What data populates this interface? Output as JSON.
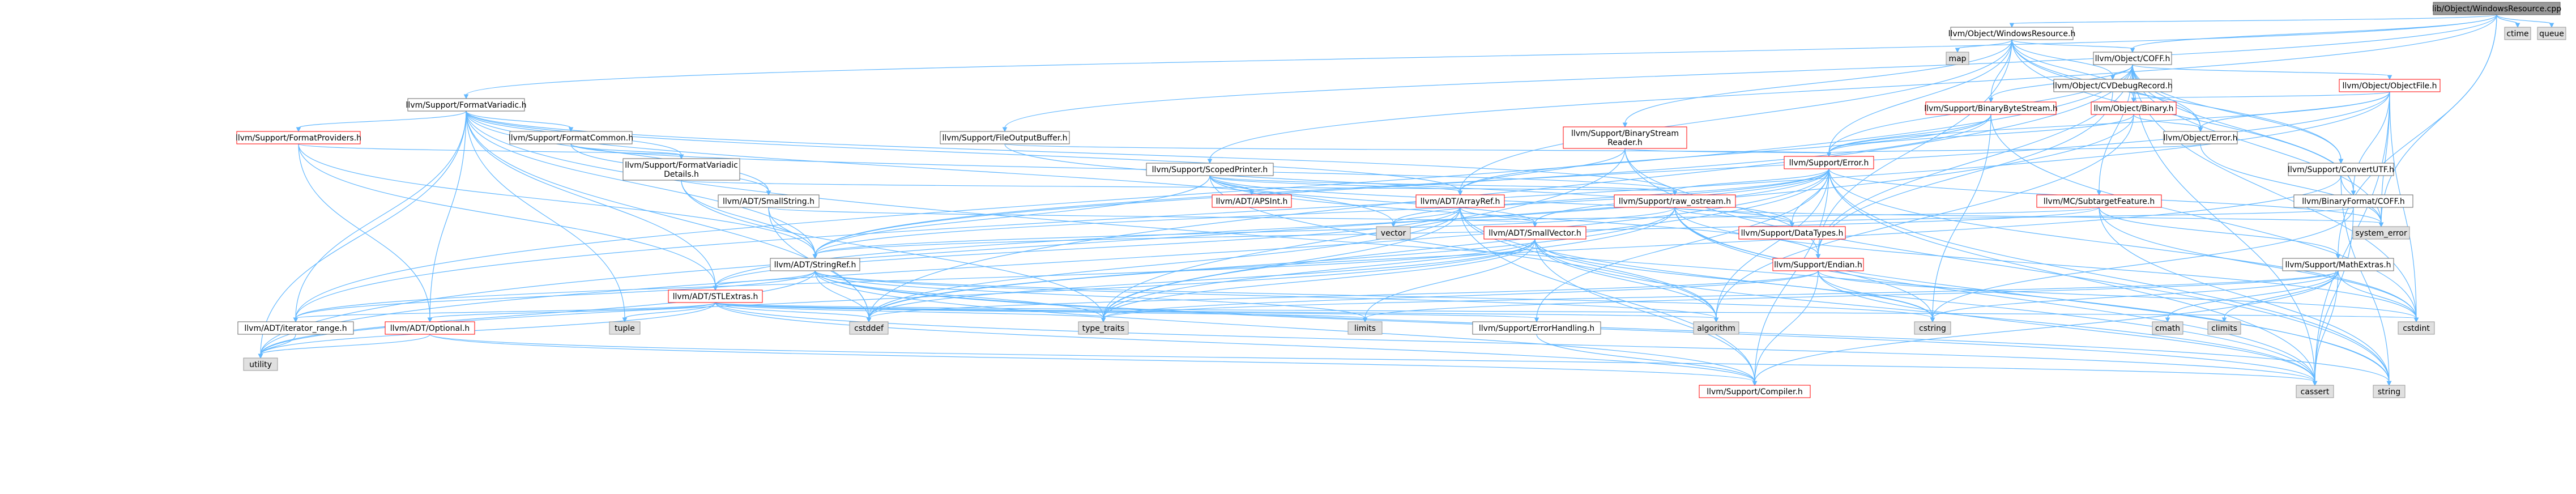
{
  "colors": {
    "focus_fill": "#999999",
    "normal_fill": "#ffffff",
    "normal_stroke": "#666666",
    "truncated_stroke": "#ff0000",
    "external_fill": "#e0e0e0",
    "external_stroke": "#999999",
    "edge": "#63b8ff"
  },
  "nodes": [
    {
      "id": "root",
      "lines": [
        "lib/Object/WindowsResource.cpp"
      ],
      "style": "focus"
    },
    {
      "id": "wr_h",
      "lines": [
        "llvm/Object/WindowsResource.h"
      ],
      "style": "normal"
    },
    {
      "id": "ctime",
      "lines": [
        "ctime"
      ],
      "style": "external"
    },
    {
      "id": "queue",
      "lines": [
        "queue"
      ],
      "style": "external"
    },
    {
      "id": "map",
      "lines": [
        "map"
      ],
      "style": "external"
    },
    {
      "id": "coff_h",
      "lines": [
        "llvm/Object/COFF.h"
      ],
      "style": "normal"
    },
    {
      "id": "formatvariadic",
      "lines": [
        "llvm/Support/FormatVariadic.h"
      ],
      "style": "normal"
    },
    {
      "id": "cvdebug",
      "lines": [
        "llvm/Object/CVDebugRecord.h"
      ],
      "style": "normal"
    },
    {
      "id": "objectfile",
      "lines": [
        "llvm/Object/ObjectFile.h"
      ],
      "style": "truncated"
    },
    {
      "id": "binarybytestream",
      "lines": [
        "llvm/Support/BinaryByteStream.h"
      ],
      "style": "truncated"
    },
    {
      "id": "binary",
      "lines": [
        "llvm/Object/Binary.h"
      ],
      "style": "truncated"
    },
    {
      "id": "formatproviders",
      "lines": [
        "llvm/Support/FormatProviders.h"
      ],
      "style": "truncated"
    },
    {
      "id": "formatcommon",
      "lines": [
        "llvm/Support/FormatCommon.h"
      ],
      "style": "normal"
    },
    {
      "id": "fileoutputbuffer",
      "lines": [
        "llvm/Support/FileOutputBuffer.h"
      ],
      "style": "normal"
    },
    {
      "id": "binarystreamreader",
      "lines": [
        "llvm/Support/BinaryStream",
        "Reader.h"
      ],
      "style": "truncated"
    },
    {
      "id": "object_error",
      "lines": [
        "llvm/Object/Error.h"
      ],
      "style": "normal"
    },
    {
      "id": "formatvariadicdetails",
      "lines": [
        "llvm/Support/FormatVariadic",
        "Details.h"
      ],
      "style": "normal"
    },
    {
      "id": "scopedprinter",
      "lines": [
        "llvm/Support/ScopedPrinter.h"
      ],
      "style": "normal"
    },
    {
      "id": "support_error",
      "lines": [
        "llvm/Support/Error.h"
      ],
      "style": "truncated"
    },
    {
      "id": "convertutf",
      "lines": [
        "llvm/Support/ConvertUTF.h"
      ],
      "style": "normal"
    },
    {
      "id": "smallstring",
      "lines": [
        "llvm/ADT/SmallString.h"
      ],
      "style": "normal"
    },
    {
      "id": "apsint",
      "lines": [
        "llvm/ADT/APSInt.h"
      ],
      "style": "truncated"
    },
    {
      "id": "arrayref",
      "lines": [
        "llvm/ADT/ArrayRef.h"
      ],
      "style": "truncated"
    },
    {
      "id": "raw_ostream",
      "lines": [
        "llvm/Support/raw_ostream.h"
      ],
      "style": "truncated"
    },
    {
      "id": "subtargetfeature",
      "lines": [
        "llvm/MC/SubtargetFeature.h"
      ],
      "style": "truncated"
    },
    {
      "id": "binaryformat_coff",
      "lines": [
        "llvm/BinaryFormat/COFF.h"
      ],
      "style": "normal"
    },
    {
      "id": "vector",
      "lines": [
        "vector"
      ],
      "style": "external"
    },
    {
      "id": "smallvector",
      "lines": [
        "llvm/ADT/SmallVector.h"
      ],
      "style": "truncated"
    },
    {
      "id": "datatypes",
      "lines": [
        "llvm/Support/DataTypes.h"
      ],
      "style": "truncated"
    },
    {
      "id": "system_error",
      "lines": [
        "system_error"
      ],
      "style": "external"
    },
    {
      "id": "stringref",
      "lines": [
        "llvm/ADT/StringRef.h"
      ],
      "style": "normal"
    },
    {
      "id": "endian",
      "lines": [
        "llvm/Support/Endian.h"
      ],
      "style": "truncated"
    },
    {
      "id": "mathextras",
      "lines": [
        "llvm/Support/MathExtras.h"
      ],
      "style": "normal"
    },
    {
      "id": "stlextras",
      "lines": [
        "llvm/ADT/STLExtras.h"
      ],
      "style": "truncated"
    },
    {
      "id": "tuple",
      "lines": [
        "tuple"
      ],
      "style": "external"
    },
    {
      "id": "iterator_range",
      "lines": [
        "llvm/ADT/iterator_range.h"
      ],
      "style": "normal"
    },
    {
      "id": "optional",
      "lines": [
        "llvm/ADT/Optional.h"
      ],
      "style": "truncated"
    },
    {
      "id": "cstddef",
      "lines": [
        "cstddef"
      ],
      "style": "external"
    },
    {
      "id": "type_traits",
      "lines": [
        "type_traits"
      ],
      "style": "external"
    },
    {
      "id": "limits",
      "lines": [
        "limits"
      ],
      "style": "external"
    },
    {
      "id": "errorhandling",
      "lines": [
        "llvm/Support/ErrorHandling.h"
      ],
      "style": "normal"
    },
    {
      "id": "algorithm",
      "lines": [
        "algorithm"
      ],
      "style": "external"
    },
    {
      "id": "cmath",
      "lines": [
        "cmath"
      ],
      "style": "external"
    },
    {
      "id": "climits",
      "lines": [
        "climits"
      ],
      "style": "external"
    },
    {
      "id": "cstring",
      "lines": [
        "cstring"
      ],
      "style": "external"
    },
    {
      "id": "cstdint",
      "lines": [
        "cstdint"
      ],
      "style": "external"
    },
    {
      "id": "utility",
      "lines": [
        "utility"
      ],
      "style": "external"
    },
    {
      "id": "compiler",
      "lines": [
        "llvm/Support/Compiler.h"
      ],
      "style": "truncated"
    },
    {
      "id": "cassert",
      "lines": [
        "cassert"
      ],
      "style": "external"
    },
    {
      "id": "string",
      "lines": [
        "string"
      ],
      "style": "external"
    }
  ],
  "edges": [
    [
      "root",
      "wr_h"
    ],
    [
      "root",
      "coff_h"
    ],
    [
      "root",
      "formatvariadic"
    ],
    [
      "root",
      "fileoutputbuffer"
    ],
    [
      "root",
      "scopedprinter"
    ],
    [
      "root",
      "mathextras"
    ],
    [
      "root",
      "system_error"
    ],
    [
      "root",
      "ctime"
    ],
    [
      "root",
      "queue"
    ],
    [
      "wr_h",
      "map"
    ],
    [
      "wr_h",
      "coff_h"
    ],
    [
      "wr_h",
      "cvdebug"
    ],
    [
      "wr_h",
      "binary"
    ],
    [
      "wr_h",
      "object_error"
    ],
    [
      "wr_h",
      "binarybytestream"
    ],
    [
      "wr_h",
      "binarystreamreader"
    ],
    [
      "wr_h",
      "convertutf"
    ],
    [
      "wr_h",
      "support_error"
    ],
    [
      "wr_h",
      "endian"
    ],
    [
      "wr_h",
      "arrayref"
    ],
    [
      "wr_h",
      "binaryformat_coff"
    ],
    [
      "coff_h",
      "objectfile"
    ],
    [
      "coff_h",
      "binary"
    ],
    [
      "coff_h",
      "cvdebug"
    ],
    [
      "coff_h",
      "object_error"
    ],
    [
      "coff_h",
      "binaryformat_coff"
    ],
    [
      "coff_h",
      "convertutf"
    ],
    [
      "coff_h",
      "support_error"
    ],
    [
      "coff_h",
      "endian"
    ],
    [
      "coff_h",
      "subtargetfeature"
    ],
    [
      "coff_h",
      "iterator_range"
    ],
    [
      "coff_h",
      "cassert"
    ],
    [
      "coff_h",
      "cstddef"
    ],
    [
      "coff_h",
      "cstdint"
    ],
    [
      "coff_h",
      "system_error"
    ],
    [
      "coff_h",
      "binarybytestream"
    ],
    [
      "formatvariadic",
      "formatproviders"
    ],
    [
      "formatvariadic",
      "formatcommon"
    ],
    [
      "formatvariadic",
      "formatvariadicdetails"
    ],
    [
      "formatvariadic",
      "smallstring"
    ],
    [
      "formatvariadic",
      "arrayref"
    ],
    [
      "formatvariadic",
      "optional"
    ],
    [
      "formatvariadic",
      "stlextras"
    ],
    [
      "formatvariadic",
      "stringref"
    ],
    [
      "formatvariadic",
      "raw_ostream"
    ],
    [
      "formatvariadic",
      "cstddef"
    ],
    [
      "formatvariadic",
      "string"
    ],
    [
      "formatvariadic",
      "tuple"
    ],
    [
      "formatvariadic",
      "utility"
    ],
    [
      "formatvariadic",
      "iterator_range"
    ],
    [
      "formatvariadic",
      "vector"
    ],
    [
      "cvdebug",
      "endian"
    ],
    [
      "objectfile",
      "binary"
    ],
    [
      "objectfile",
      "object_error"
    ],
    [
      "objectfile",
      "support_error"
    ],
    [
      "objectfile",
      "stringref"
    ],
    [
      "objectfile",
      "iterator_range"
    ],
    [
      "objectfile",
      "cassert"
    ],
    [
      "objectfile",
      "cstdint"
    ],
    [
      "objectfile",
      "system_error"
    ],
    [
      "objectfile",
      "binaryformat_coff"
    ],
    [
      "binarybytestream",
      "support_error"
    ],
    [
      "binarybytestream",
      "arrayref"
    ],
    [
      "binarybytestream",
      "stringref"
    ],
    [
      "binarybytestream",
      "cstdint"
    ],
    [
      "binarybytestream",
      "cstring"
    ],
    [
      "binarybytestream",
      "memory"
    ],
    [
      "binary",
      "object_error"
    ],
    [
      "binary",
      "support_error"
    ],
    [
      "binary",
      "algorithm"
    ],
    [
      "binary",
      "utility"
    ],
    [
      "formatproviders",
      "formatvariadicdetails"
    ],
    [
      "formatproviders",
      "stringref"
    ],
    [
      "formatproviders",
      "stlextras"
    ],
    [
      "formatproviders",
      "optional"
    ],
    [
      "formatcommon",
      "formatvariadicdetails"
    ],
    [
      "formatcommon",
      "raw_ostream"
    ],
    [
      "formatcommon",
      "smallstring"
    ],
    [
      "fileoutputbuffer",
      "support_error"
    ],
    [
      "fileoutputbuffer",
      "datatypes"
    ],
    [
      "binarystreamreader",
      "arrayref"
    ],
    [
      "binarystreamreader",
      "support_error"
    ],
    [
      "binarystreamreader",
      "endian"
    ],
    [
      "binarystreamreader",
      "type_traits"
    ],
    [
      "binarystreamreader",
      "string"
    ],
    [
      "object_error",
      "support_error"
    ],
    [
      "object_error",
      "system_error"
    ],
    [
      "formatvariadicdetails",
      "stringref"
    ],
    [
      "formatvariadicdetails",
      "raw_ostream"
    ],
    [
      "formatvariadicdetails",
      "type_traits"
    ],
    [
      "scopedprinter",
      "apsint"
    ],
    [
      "scopedprinter",
      "arrayref"
    ],
    [
      "scopedprinter",
      "smallvector"
    ],
    [
      "scopedprinter",
      "stringref"
    ],
    [
      "scopedprinter",
      "datatypes"
    ],
    [
      "scopedprinter",
      "endian"
    ],
    [
      "scopedprinter",
      "raw_ostream"
    ],
    [
      "scopedprinter",
      "algorithm"
    ],
    [
      "support_error",
      "stringref"
    ],
    [
      "support_error",
      "stlextras"
    ],
    [
      "support_error",
      "smallvector"
    ],
    [
      "support_error",
      "compiler"
    ],
    [
      "support_error",
      "datatypes"
    ],
    [
      "support_error",
      "errorhandling"
    ],
    [
      "support_error",
      "raw_ostream"
    ],
    [
      "support_error",
      "algorithm"
    ],
    [
      "support_error",
      "cassert"
    ],
    [
      "support_error",
      "cstdint"
    ],
    [
      "support_error",
      "cstdlib"
    ],
    [
      "support_error",
      "string"
    ],
    [
      "support_error",
      "system_error"
    ],
    [
      "support_error",
      "type_traits"
    ],
    [
      "support_error",
      "utility"
    ],
    [
      "support_error",
      "vector"
    ],
    [
      "convertutf",
      "system_error"
    ],
    [
      "convertutf",
      "string"
    ],
    [
      "convertutf",
      "cstddef"
    ],
    [
      "smallstring",
      "stringref"
    ],
    [
      "smallstring",
      "smallvector"
    ],
    [
      "smallstring",
      "cstddef"
    ],
    [
      "arrayref",
      "stlextras"
    ],
    [
      "arrayref",
      "smallvector"
    ],
    [
      "arrayref",
      "compiler"
    ],
    [
      "arrayref",
      "algorithm"
    ],
    [
      "arrayref",
      "cassert"
    ],
    [
      "arrayref",
      "cstddef"
    ],
    [
      "arrayref",
      "type_traits"
    ],
    [
      "arrayref",
      "vector"
    ],
    [
      "raw_ostream",
      "stringref"
    ],
    [
      "raw_ostream",
      "datatypes"
    ],
    [
      "raw_ostream",
      "cassert"
    ],
    [
      "raw_ostream",
      "cstddef"
    ],
    [
      "raw_ostream",
      "cstdint"
    ],
    [
      "raw_ostream",
      "cstring"
    ],
    [
      "raw_ostream",
      "string"
    ],
    [
      "raw_ostream",
      "type_traits"
    ],
    [
      "raw_ostream",
      "system_error"
    ],
    [
      "subtargetfeature",
      "stringref"
    ],
    [
      "subtargetfeature",
      "mathextras"
    ],
    [
      "subtargetfeature",
      "string"
    ],
    [
      "subtargetfeature",
      "vector"
    ],
    [
      "subtargetfeature",
      "cstdint"
    ],
    [
      "binaryformat_coff",
      "datatypes"
    ],
    [
      "binaryformat_coff",
      "cassert"
    ],
    [
      "binaryformat_coff",
      "cstring"
    ],
    [
      "smallvector",
      "compiler"
    ],
    [
      "smallvector",
      "type_traits"
    ],
    [
      "smallvector",
      "algorithm"
    ],
    [
      "smallvector",
      "cassert"
    ],
    [
      "smallvector",
      "cstddef"
    ],
    [
      "smallvector",
      "cstring"
    ],
    [
      "smallvector",
      "limits"
    ],
    [
      "smallvector",
      "utility"
    ],
    [
      "smallvector",
      "iterator_range"
    ],
    [
      "smallvector",
      "cstdlib"
    ],
    [
      "stringref",
      "stlextras"
    ],
    [
      "stringref",
      "iterator_range"
    ],
    [
      "stringref",
      "compiler"
    ],
    [
      "stringref",
      "algorithm"
    ],
    [
      "stringref",
      "cassert"
    ],
    [
      "stringref",
      "cstddef"
    ],
    [
      "stringref",
      "cstring"
    ],
    [
      "stringref",
      "limits"
    ],
    [
      "stringref",
      "string"
    ],
    [
      "stringref",
      "type_traits"
    ],
    [
      "stringref",
      "utility"
    ],
    [
      "endian",
      "compiler"
    ],
    [
      "endian",
      "cassert"
    ],
    [
      "endian",
      "cstddef"
    ],
    [
      "endian",
      "cstdint"
    ],
    [
      "endian",
      "cstring"
    ],
    [
      "endian",
      "type_traits"
    ],
    [
      "mathextras",
      "compiler"
    ],
    [
      "mathextras",
      "cassert"
    ],
    [
      "mathextras",
      "climits"
    ],
    [
      "mathextras",
      "cmath"
    ],
    [
      "mathextras",
      "cstdint"
    ],
    [
      "mathextras",
      "cstring"
    ],
    [
      "mathextras",
      "limits"
    ],
    [
      "mathextras",
      "type_traits"
    ],
    [
      "stlextras",
      "iterator_range"
    ],
    [
      "stlextras",
      "optional"
    ],
    [
      "stlextras",
      "errorhandling"
    ],
    [
      "stlextras",
      "compiler"
    ],
    [
      "stlextras",
      "algorithm"
    ],
    [
      "stlextras",
      "cassert"
    ],
    [
      "stlextras",
      "cstddef"
    ],
    [
      "stlextras",
      "cstdint"
    ],
    [
      "stlextras",
      "limits"
    ],
    [
      "stlextras",
      "tuple"
    ],
    [
      "stlextras",
      "type_traits"
    ],
    [
      "stlextras",
      "utility"
    ],
    [
      "iterator_range",
      "utility"
    ],
    [
      "optional",
      "compiler"
    ],
    [
      "optional",
      "cassert"
    ],
    [
      "optional",
      "utility"
    ],
    [
      "errorhandling",
      "compiler"
    ]
  ]
}
